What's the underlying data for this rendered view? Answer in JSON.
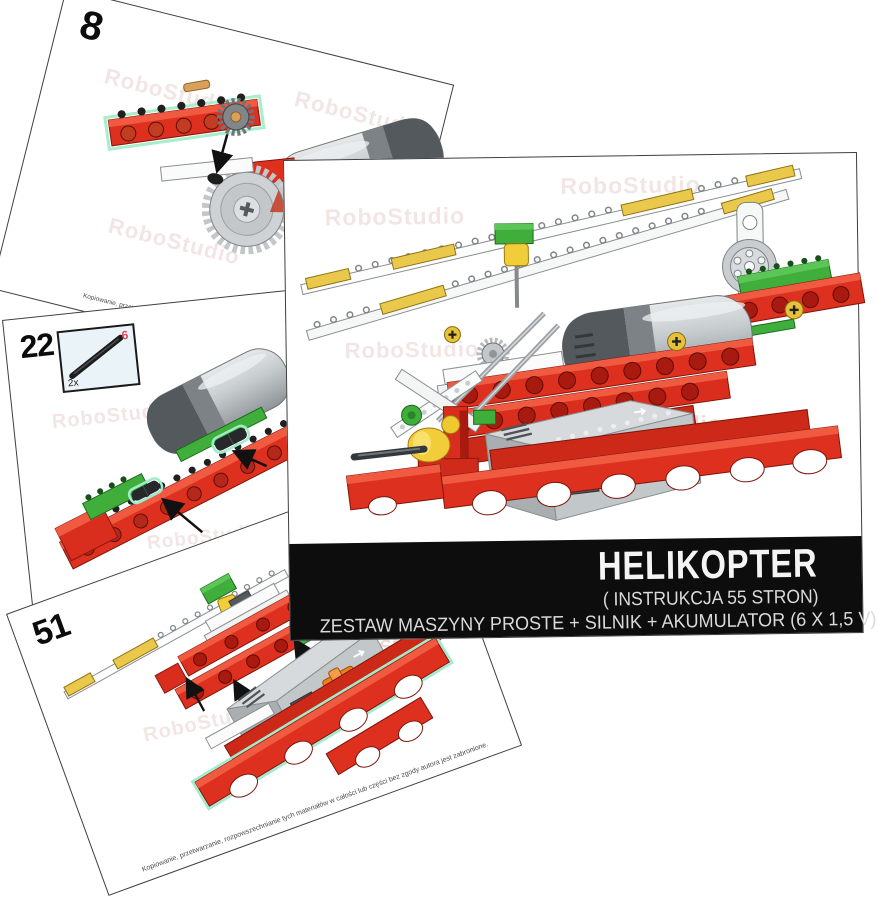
{
  "banner": {
    "title": "HELIKOPTER",
    "subtitle": "( INSTRUKCJA 55 STRON)",
    "set_description": "ZESTAW MASZYNY PROSTE + SILNIK + AKUMULATOR (6 X 1,5 V)"
  },
  "watermark": {
    "text": "RoboStudio"
  },
  "copyright_notice": "Kopiowanie, przetwarzanie, rozpowszechnianie tych materiałów w całości lub części bez zgody autora jest zabronione.",
  "pages": {
    "step8": {
      "number": "8"
    },
    "step22": {
      "number": "22",
      "parts_box": {
        "quantity": "2x",
        "size_label": "6"
      }
    },
    "step51": {
      "number": "51"
    }
  },
  "colors": {
    "lego_red": "#DE301F",
    "lego_green": "#3FAE3B",
    "lego_yellow": "#F2CD3A",
    "light_gray": "#C9CDD0",
    "dark_gray": "#54595D",
    "switch_orange": "#EF7F1E",
    "banner_black": "#0D0D0D",
    "watermark_pink": "#F2E6E4"
  }
}
